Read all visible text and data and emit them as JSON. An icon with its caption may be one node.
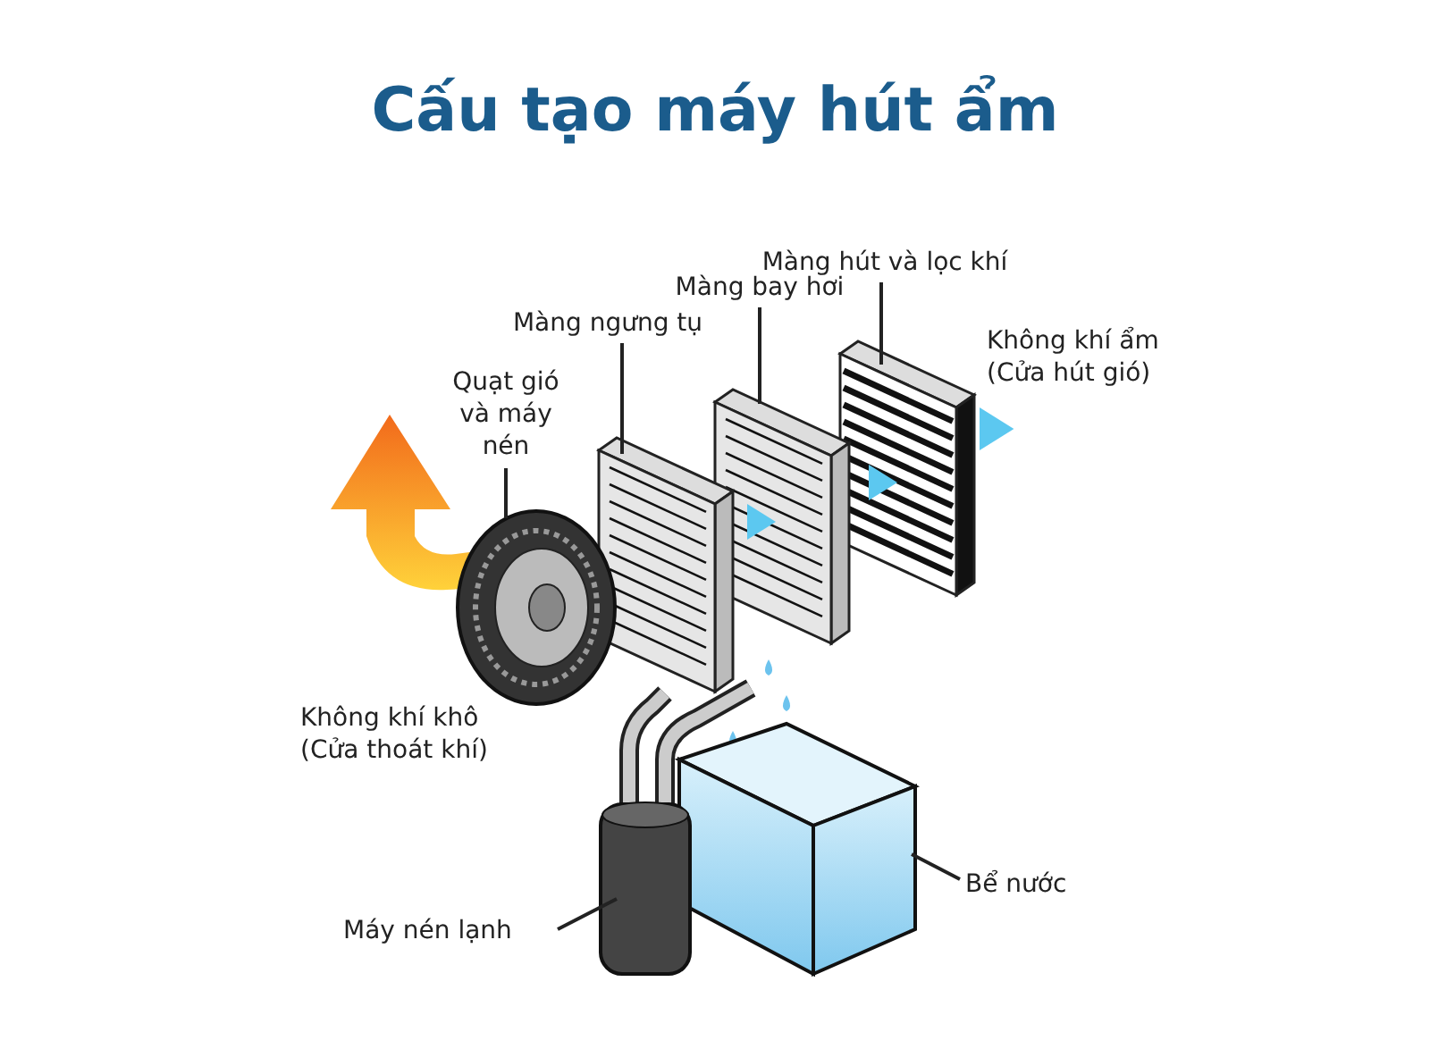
{
  "diagram": {
    "title": "Cấu tạo máy hút ẩm",
    "nodes": [
      {
        "text": [
          "Màng hút và lọc khí"
        ]
      },
      {
        "text": [],
        "shape": "picture"
      },
      {
        "text": [
          "Màng bay hơi"
        ]
      },
      {
        "text": [],
        "shape": "picture"
      },
      {
        "text": [
          "Màng ngưng tụ"
        ]
      },
      {
        "text": [],
        "shape": "picture"
      },
      {
        "text": [
          "Quạt gió và máy nén"
        ]
      },
      {
        "text": [],
        "shape": "picture"
      },
      {
        "text": [
          "Bể nước"
        ]
      },
      {
        "text": [],
        "shape": "picture"
      },
      {
        "text": [
          "Máy nén lạnh"
        ]
      },
      {
        "text": [],
        "shape": "picture"
      }
    ],
    "edges": [
      {
        "from": 0,
        "to": 1,
        "arrow": "none"
      },
      {
        "from": 2,
        "to": 3,
        "arrow": "none"
      },
      {
        "from": 4,
        "to": 5,
        "arrow": "none"
      },
      {
        "from": 6,
        "to": 7,
        "arrow": "none"
      },
      {
        "from": 8,
        "to": 9,
        "arrow": "none"
      },
      {
        "from": 10,
        "to": 11,
        "arrow": "none"
      }
    ],
    "labels": [
      "Không khí ẩm (Cửa hút gió)",
      "Không khí khô (Cửa thoát khí)"
    ]
  }
}
